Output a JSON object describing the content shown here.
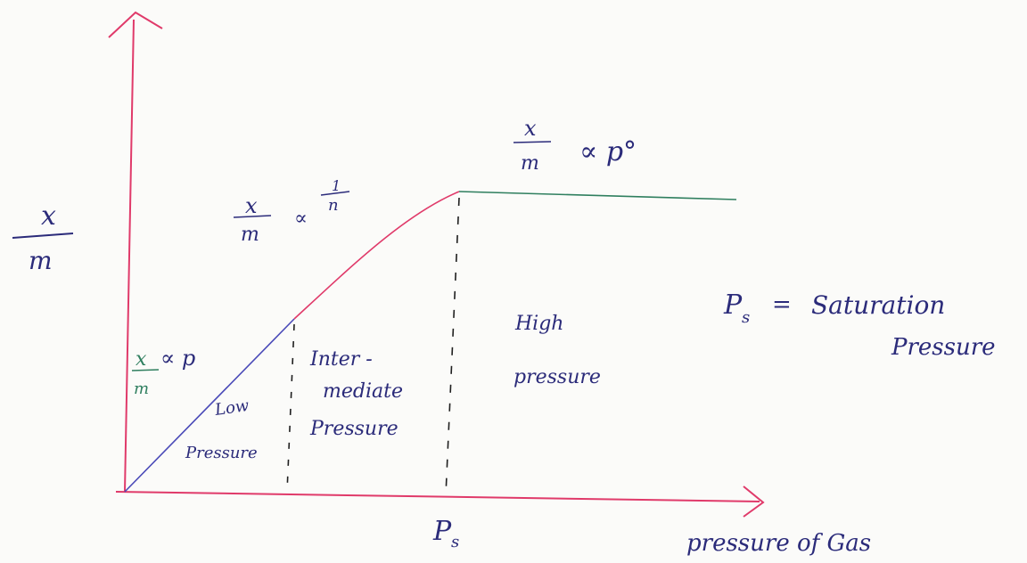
{
  "colors": {
    "axis": "#e03a6a",
    "low_line": "#4a4ab8",
    "mid_curve": "#e03a6a",
    "high_line": "#2f7f5f",
    "text_dark": "#2b2b7a",
    "text_green": "#2f7f5f",
    "dash": "#1f1f1f"
  },
  "y_axis_label": {
    "numerator": "x",
    "denominator": "m"
  },
  "x_axis_label": "pressure of Gas",
  "ps_tick_label": {
    "base": "P",
    "sub": "s"
  },
  "annotations": {
    "low_relation": {
      "num": "x",
      "den": "m",
      "rest": "∝ p"
    },
    "mid_relation": {
      "num": "x",
      "den": "m",
      "alpha": "∝",
      "exp_num": "1",
      "exp_den": "n"
    },
    "high_relation": {
      "num": "x",
      "den": "m",
      "rest": "∝ p°"
    }
  },
  "regions": {
    "low": [
      "Low",
      "Pressure"
    ],
    "intermediate": [
      "Inter -",
      "mediate",
      "Pressure"
    ],
    "high": [
      "High",
      "pressure"
    ]
  },
  "legend": {
    "symbol_base": "P",
    "symbol_sub": "s",
    "equals": "=",
    "line1": "Saturation",
    "line2": "Pressure"
  }
}
